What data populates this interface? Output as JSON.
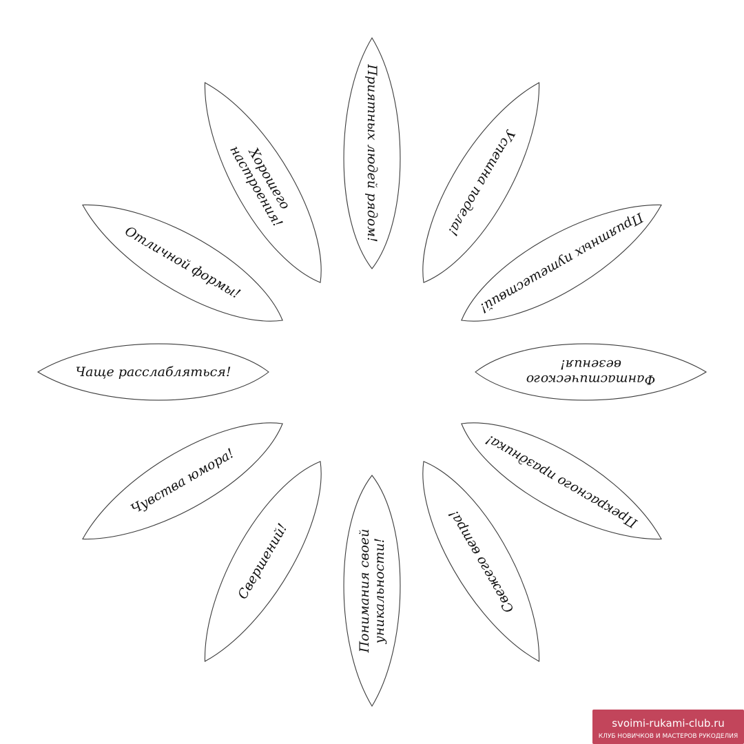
{
  "flower": {
    "petals": [
      {
        "lines": [
          "Приятных людей рядом!"
        ]
      },
      {
        "lines": [
          "Успешна подела!"
        ]
      },
      {
        "lines": [
          "Приятных путешествий!"
        ]
      },
      {
        "lines": [
          "Фантастического",
          "везения!"
        ]
      },
      {
        "lines": [
          "Прекрасного праздника!"
        ]
      },
      {
        "lines": [
          "Свежего ветра!"
        ]
      },
      {
        "lines": [
          "Понимания своей",
          "уникальности!"
        ]
      },
      {
        "lines": [
          "Свершений!"
        ]
      },
      {
        "lines": [
          "Чувства юмора!"
        ]
      },
      {
        "lines": [
          "Чаще расслабляться!"
        ]
      },
      {
        "lines": [
          "Отличной формы!"
        ]
      },
      {
        "lines": [
          "Хорошего",
          "настроения!"
        ]
      }
    ]
  },
  "watermark": {
    "site": "svoimi-rukami-club.ru",
    "caption": "КЛУБ НОВИЧКОВ И МАСТЕРОВ РУКОДЕЛИЯ",
    "background": "#c2455b"
  }
}
